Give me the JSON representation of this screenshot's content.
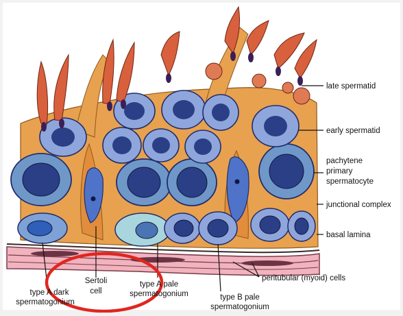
{
  "labels": {
    "late_spermatid": "late spermatid",
    "early_spermatid": "early spermatid",
    "pachytene_1": "pachytene",
    "pachytene_2": "primary",
    "pachytene_3": "spermatocyte",
    "junctional": "junctional complex",
    "basal_lamina": "basal lamina",
    "peritubular": "peritubular (myoid) cells",
    "type_a_dark_1": "type A dark",
    "type_a_dark_2": "spermatogonium",
    "sertoli_1": "Sertoli",
    "sertoli_2": "cell",
    "type_a_pale_1": "type A pale",
    "type_a_pale_2": "spermatogonium",
    "type_b_pale_1": "type B pale",
    "type_b_pale_2": "spermatogonium"
  },
  "colors": {
    "sertoli": "#e8a14f",
    "cell_blue": "#8fa6dc",
    "nucleus": "#1f2d6b",
    "spermatid": "#d9603d",
    "lamina": "#f1b3bd",
    "highlight_circle": "#e0261f"
  }
}
